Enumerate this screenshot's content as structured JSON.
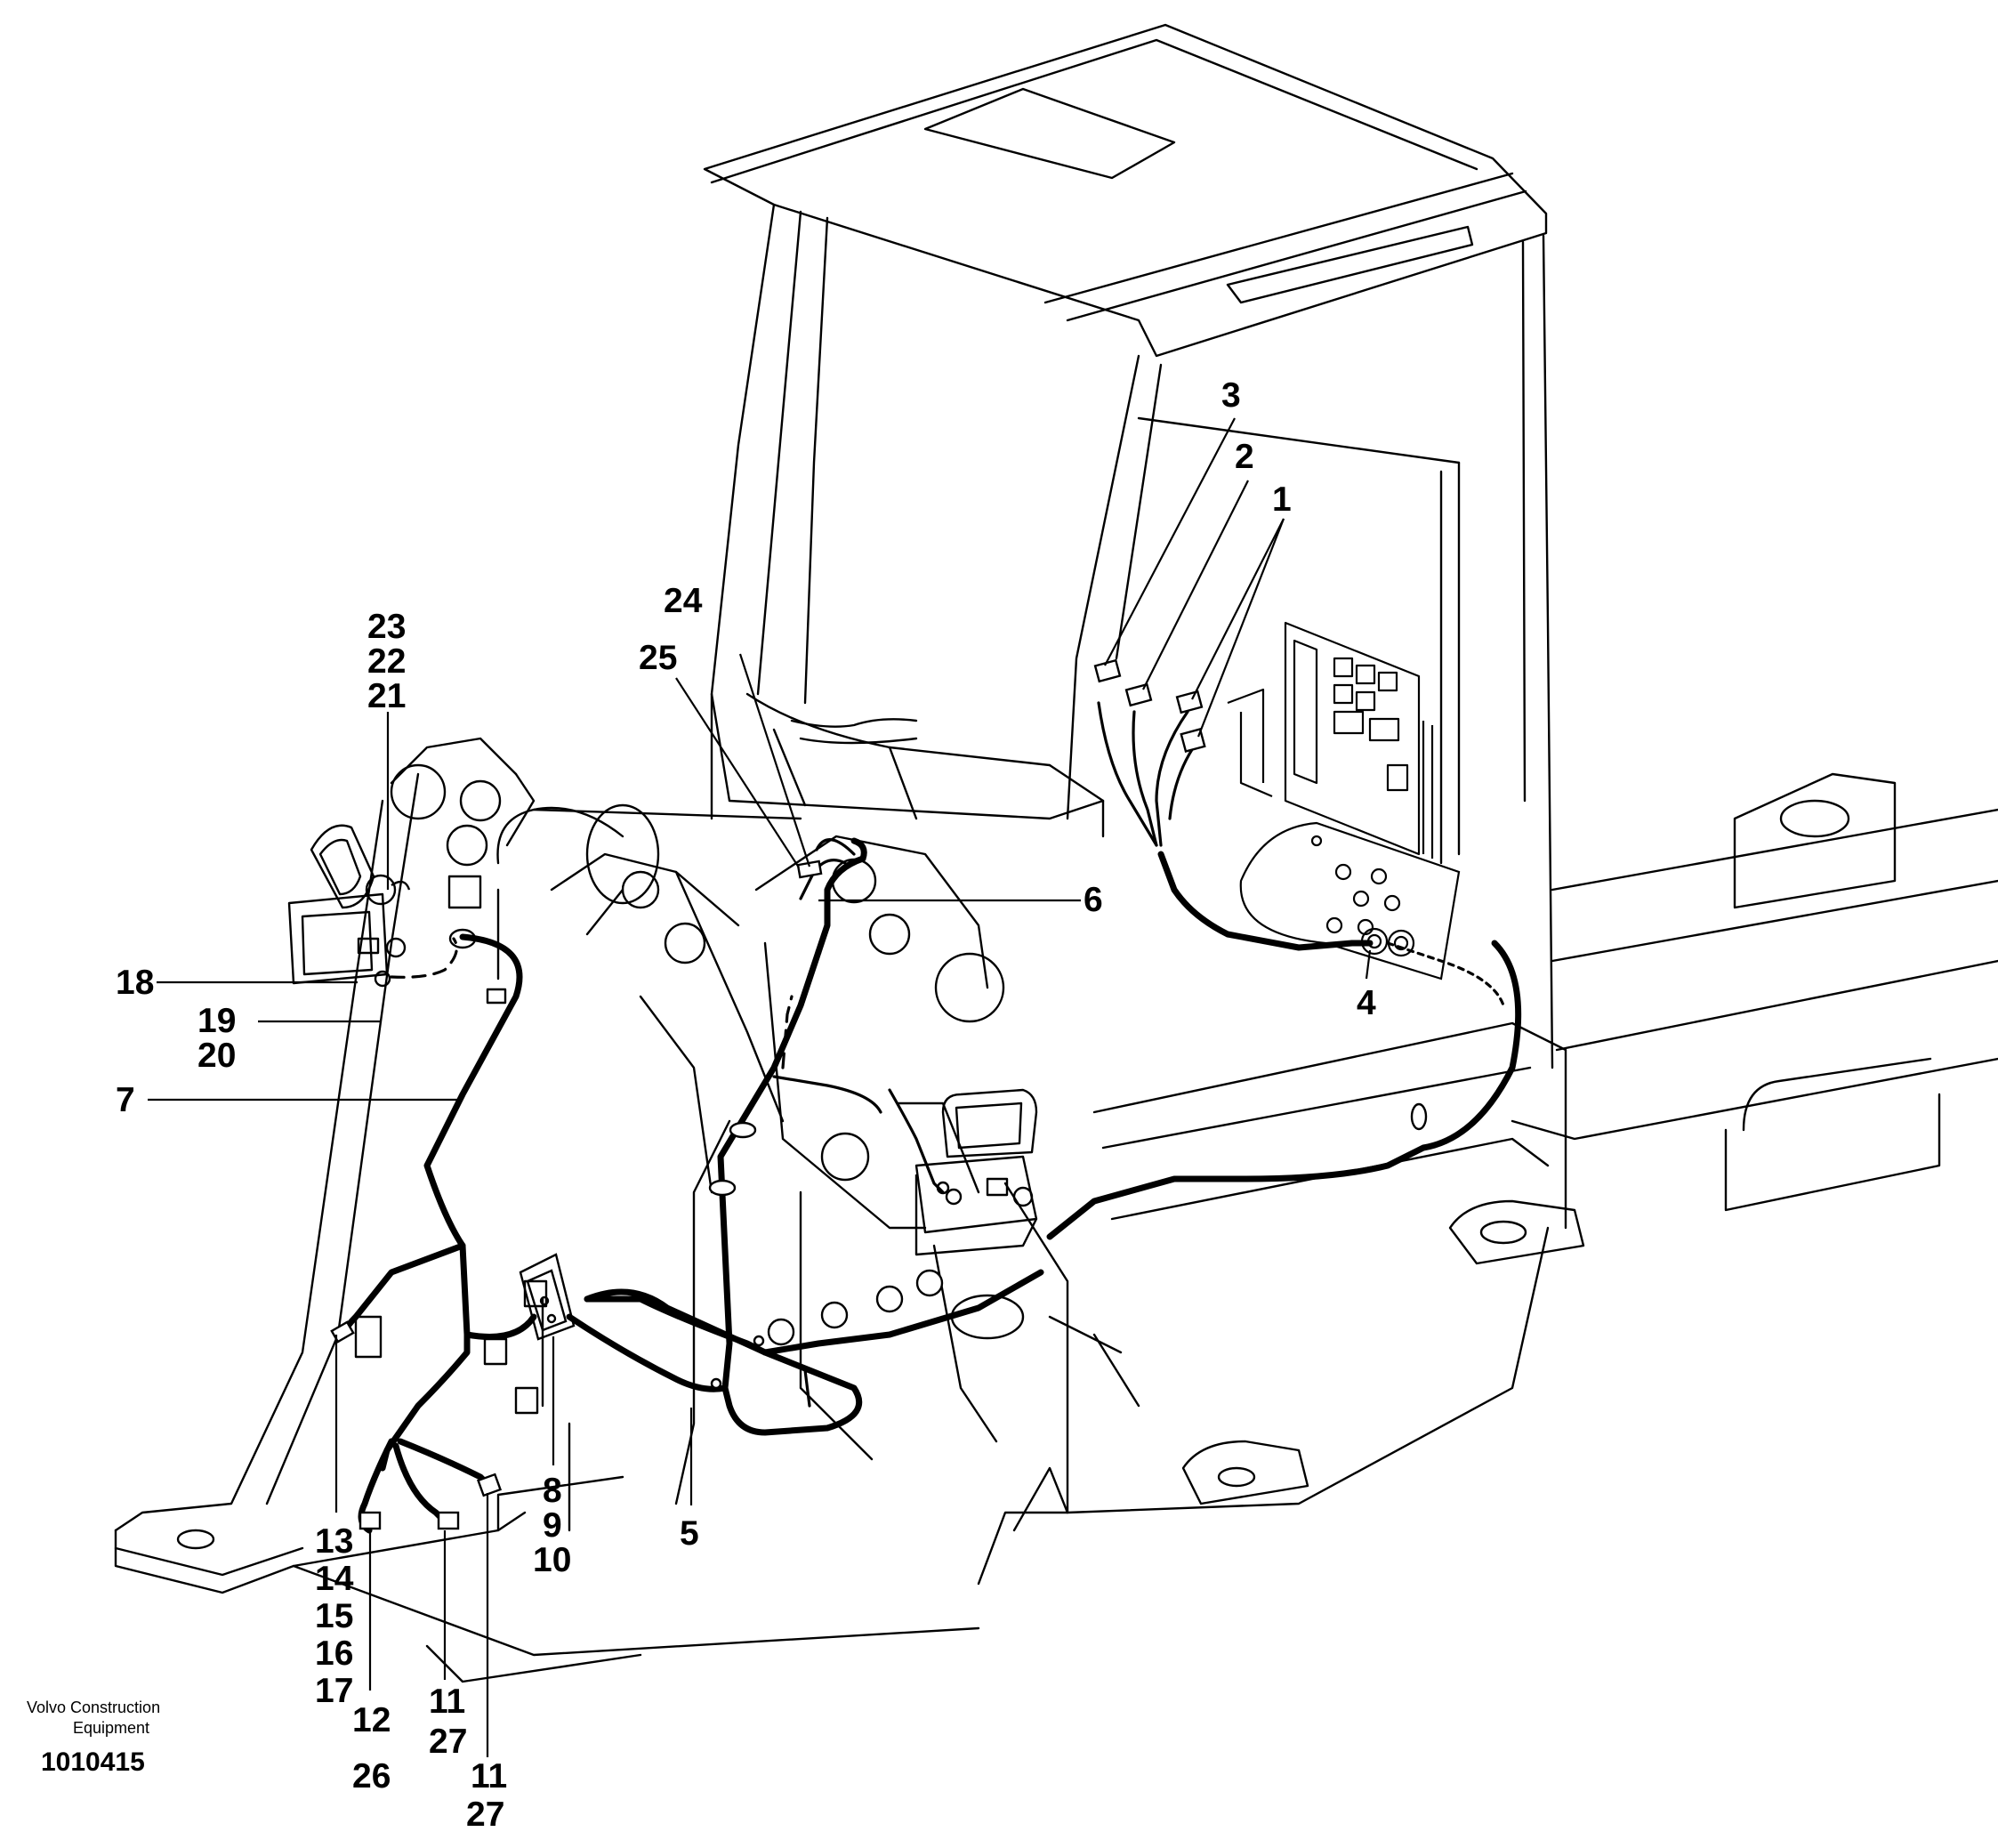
{
  "drawing": {
    "publisher_line1": "Volvo Construction",
    "publisher_line2": "Equipment",
    "drawing_number": "1010415"
  },
  "callouts": {
    "n1": "1",
    "n2": "2",
    "n3": "3",
    "n4": "4",
    "n5": "5",
    "n6": "6",
    "n7": "7",
    "n8": "8",
    "n9": "9",
    "n10": "10",
    "n11a": "11",
    "n27a": "27",
    "n11b": "11",
    "n27b": "27",
    "n12": "12",
    "n26": "26",
    "n13": "13",
    "n14": "14",
    "n15": "15",
    "n16": "16",
    "n17": "17",
    "n18": "18",
    "n19": "19",
    "n20": "20",
    "n21": "21",
    "n22": "22",
    "n23": "23",
    "n24": "24",
    "n25": "25"
  }
}
